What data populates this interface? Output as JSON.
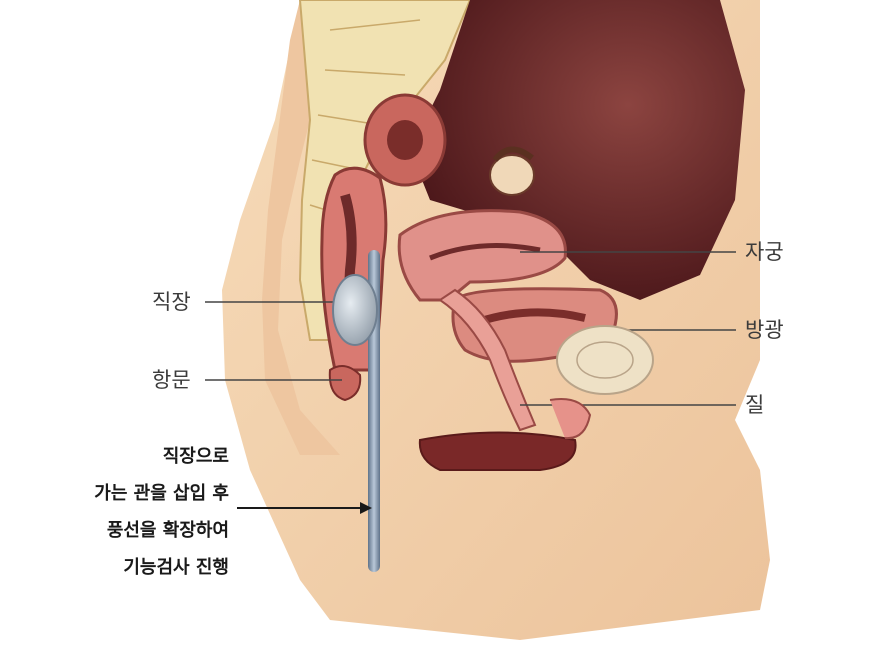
{
  "labels": {
    "uterus": "자궁",
    "bladder": "방광",
    "vagina": "질",
    "rectum": "직장",
    "anus": "항문"
  },
  "note": {
    "line1": "직장으로",
    "line2": "가는 관을 삽입 후",
    "line3": "풍선을 확장하여",
    "line4": "기능검사 진행"
  },
  "colors": {
    "skin": "#f3d2ad",
    "cavity": "#5a1f22",
    "bone": "#f1e2b2",
    "tissue": "#d9847c",
    "catheter": "#8fa2b8"
  }
}
